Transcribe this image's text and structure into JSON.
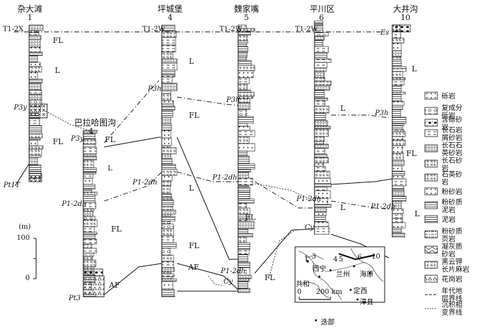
{
  "columns": [
    {
      "name": "杂大滩",
      "num": "1"
    },
    {
      "name": "巴拉哈图沟",
      "num": "3"
    },
    {
      "name": "坪城堡",
      "num": "4"
    },
    {
      "name": "魏家嘴",
      "num": "5"
    },
    {
      "name": "平川区",
      "num": "6"
    },
    {
      "name": "大井沟",
      "num": "10"
    }
  ],
  "top_markers": [
    "T1-2X",
    "T1-2W",
    "T1-2W",
    "T1-2W",
    "Es"
  ],
  "unit_labels": {
    "p3y": "P3y",
    "pt1t": "Pt1T",
    "p3y_3": "P3y",
    "p12dh_3": "P1-2dh",
    "pt3": "Pt3",
    "p3h_4": "P3h",
    "p12dh_4": "P1-2dh",
    "p3h_5": "P3h",
    "p12dh_5": "P1-2dh",
    "cy_5": "Cy",
    "p12dh_6": "P1-2dh",
    "cy_6": "Cy",
    "p3h_10": "P3h",
    "p12dh_10": "P1-2dh"
  },
  "facies": {
    "fl": "FL",
    "l": "L",
    "af": "AF"
  },
  "scale": {
    "unit": "(m)",
    "top": "100",
    "bottom": "0"
  },
  "map": {
    "cities": [
      "西宁",
      "兰州",
      "海原",
      "共和",
      "定西",
      "漳县",
      "迭部"
    ],
    "points": [
      "1",
      "3",
      "4",
      "5",
      "6",
      "10"
    ],
    "scalebar": {
      "start": "0",
      "end": "200 km"
    }
  },
  "legend": [
    "砾岩",
    "复成分砾岩",
    "含砾砂岩",
    "长石岩屑砂岩",
    "长石石英砂岩",
    "长石砂岩",
    "石英砂岩",
    "粉砂岩",
    "粉砂质泥岩",
    "泥岩",
    "粉砂质页岩",
    "凝灰质砂岩",
    "黑云钾长片麻岩",
    "花岗岩",
    "年代地层界线",
    "沉积相变界线"
  ]
}
